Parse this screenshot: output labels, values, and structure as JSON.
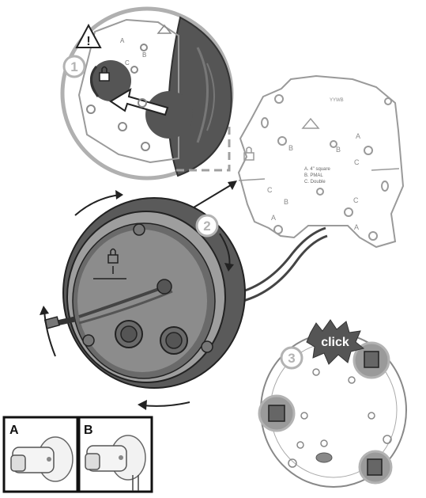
{
  "steps": {
    "step1": "1",
    "step2": "2",
    "step3": "3"
  },
  "warning_symbol": "!",
  "click_label": "click",
  "plate_labels": {
    "a1": "A",
    "b1": "B",
    "c1": "C",
    "a2": "A",
    "b2": "B",
    "c2": "C",
    "a3": "A",
    "b3": "B",
    "c3": "C",
    "a4": "A",
    "c4": "C",
    "a5": "A",
    "model_code": "YYWB",
    "legend_line1": "A. 4\" square",
    "legend_line2": "B. PMAL",
    "legend_line3": "C. Double"
  },
  "mount_options": {
    "option_a": "A",
    "option_b": "B"
  },
  "colors": {
    "line": "#2b2b2b",
    "gray_plate": "#a9a9a9",
    "dark_housing": "#555555",
    "badge_gray": "#b3b3b3",
    "click_burst": "#555555"
  }
}
